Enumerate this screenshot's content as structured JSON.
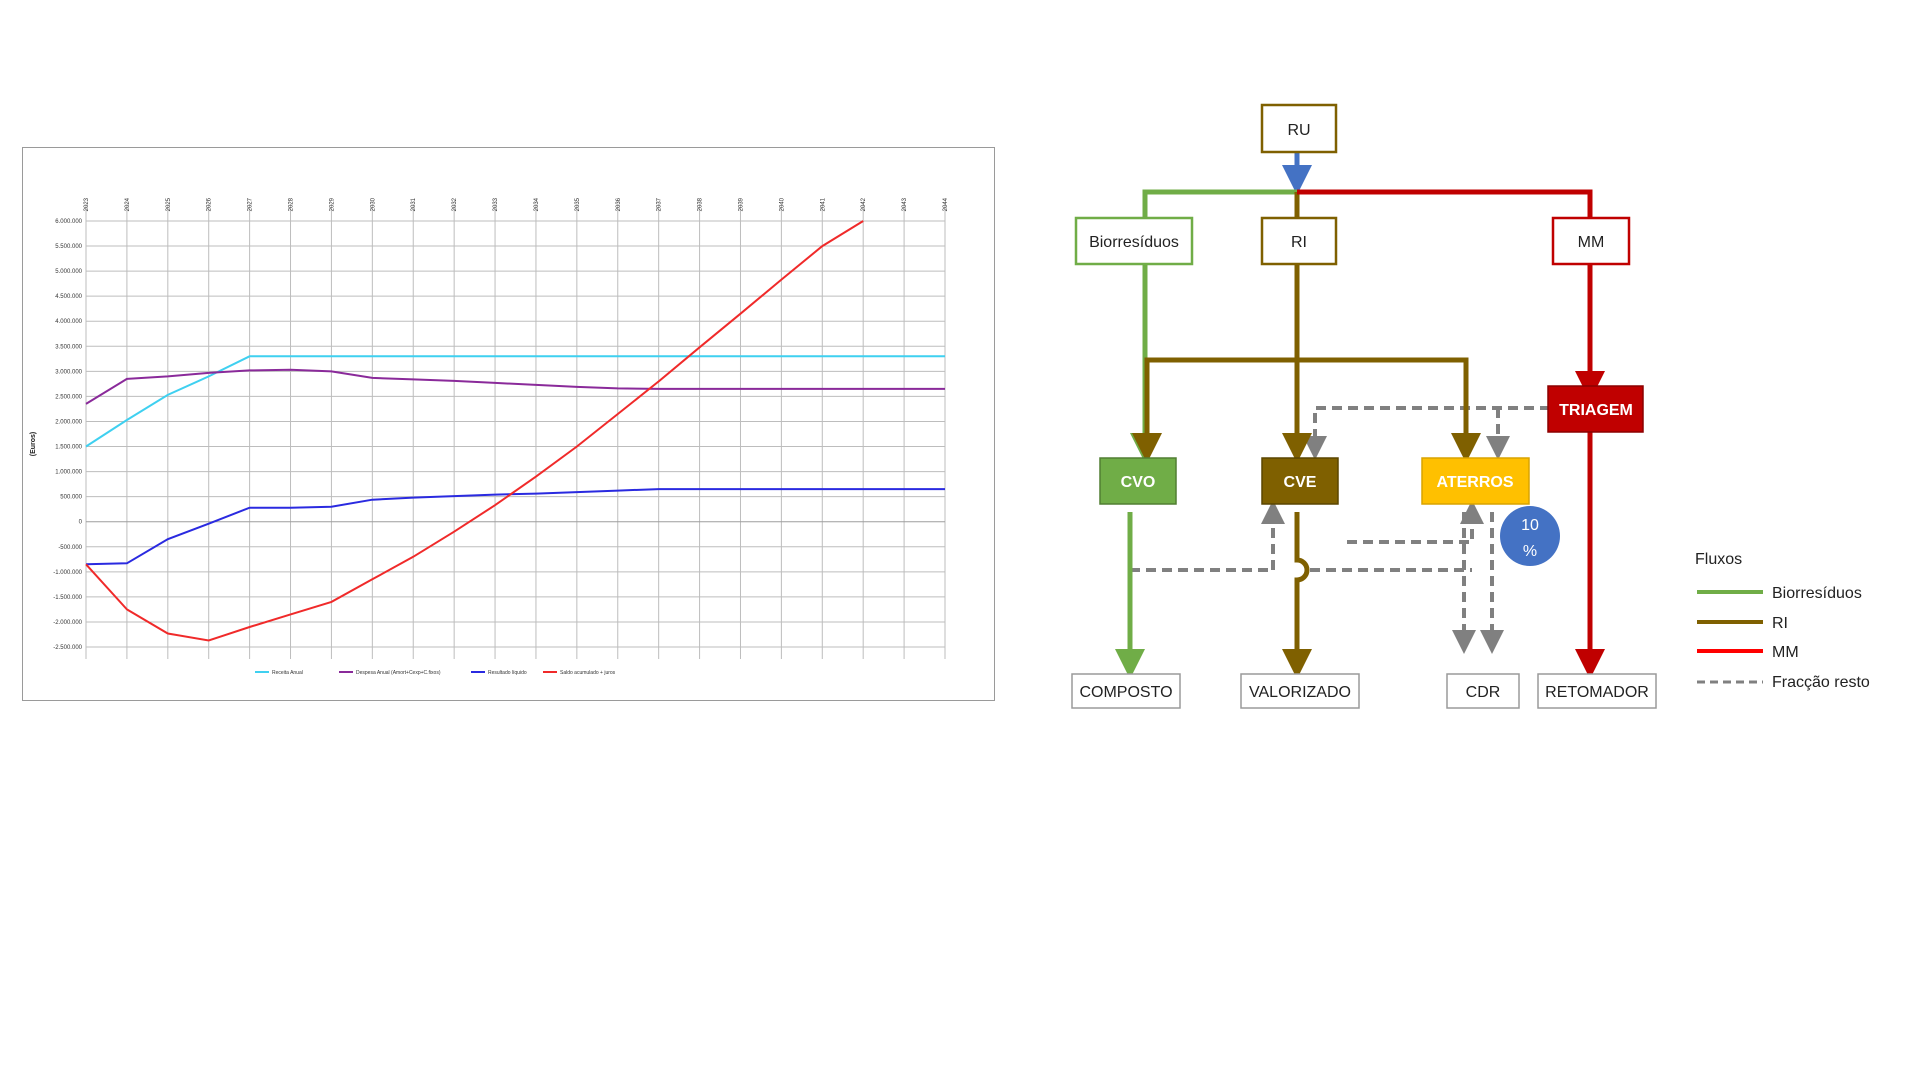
{
  "chart_data": {
    "type": "line",
    "ylabel": "(Euros)",
    "x": [
      "2023",
      "2024",
      "2025",
      "2026",
      "2027",
      "2028",
      "2029",
      "2030",
      "2031",
      "2032",
      "2033",
      "2034",
      "2035",
      "2036",
      "2037",
      "2038",
      "2039",
      "2040",
      "2041",
      "2042",
      "2043",
      "2044"
    ],
    "ylim": [
      -2500000,
      6000000
    ],
    "yticks": [
      6000000,
      5500000,
      5000000,
      4500000,
      4000000,
      3500000,
      3000000,
      2500000,
      2000000,
      1500000,
      1000000,
      500000,
      0,
      -500000,
      -1000000,
      -1500000,
      -2000000,
      -2500000
    ],
    "ytick_labels": [
      "6.000.000",
      "5.500.000",
      "5.000.000",
      "4.500.000",
      "4.000.000",
      "3.500.000",
      "3.000.000",
      "2.500.000",
      "2.000.000",
      "1.500.000",
      "1.000.000",
      "500.000",
      "0",
      "-500.000",
      "-1.000.000",
      "-1.500.000",
      "-2.000.000",
      "-2.500.000"
    ],
    "grid": true,
    "legend_position": "bottom",
    "series": [
      {
        "name": "Receita Anual",
        "color": "#3fd0f0",
        "values": [
          1500000,
          2030000,
          2530000,
          2900000,
          3300000,
          3300000,
          3300000,
          3300000,
          3300000,
          3300000,
          3300000,
          3300000,
          3300000,
          3300000,
          3300000,
          3300000,
          3300000,
          3300000,
          3300000,
          3300000,
          3300000,
          3300000
        ]
      },
      {
        "name": "Despesa Anual (Amort+Cexp+C.fixos)",
        "color": "#8a2a9a",
        "values": [
          2350000,
          2850000,
          2900000,
          2970000,
          3020000,
          3030000,
          3000000,
          2870000,
          2840000,
          2810000,
          2770000,
          2730000,
          2690000,
          2660000,
          2650000,
          2650000,
          2650000,
          2650000,
          2650000,
          2650000,
          2650000,
          2650000
        ]
      },
      {
        "name": "Resultado líquido",
        "color": "#2a2ae0",
        "values": [
          -850000,
          -830000,
          -350000,
          -40000,
          280000,
          280000,
          300000,
          440000,
          480000,
          510000,
          540000,
          560000,
          590000,
          620000,
          650000,
          650000,
          650000,
          650000,
          650000,
          650000,
          650000,
          650000
        ]
      },
      {
        "name": "Saldo acumulado + juros",
        "color": "#f02a2a",
        "values": [
          -850000,
          -1750000,
          -2230000,
          -2370000,
          -2100000,
          -1850000,
          -1600000,
          -1150000,
          -700000,
          -200000,
          330000,
          900000,
          1500000,
          2150000,
          2800000,
          3480000,
          4150000,
          4830000,
          5500000,
          6000000,
          null,
          null
        ]
      }
    ]
  },
  "diagram": {
    "nodes": {
      "ru": "RU",
      "biorresiduos": "Biorresíduos",
      "ri": "RI",
      "mm": "MM",
      "triagem": "TRIAGEM",
      "cvo": "CVO",
      "cve": "CVE",
      "aterros": "ATERROS",
      "composto": "COMPOSTO",
      "valorizado": "VALORIZADO",
      "cdr": "CDR",
      "retomador": "RETOMADOR",
      "pct_top": "10",
      "pct_bottom": "%"
    },
    "colors": {
      "green": "#70ad47",
      "brown": "#7f6000",
      "red": "#c00000",
      "blue": "#4472c4",
      "amber": "#ffc000",
      "grey": "#808080"
    },
    "legend": {
      "title": "Fluxos",
      "items": [
        "Biorresíduos",
        "RI",
        "MM",
        "Fracção resto"
      ]
    }
  }
}
